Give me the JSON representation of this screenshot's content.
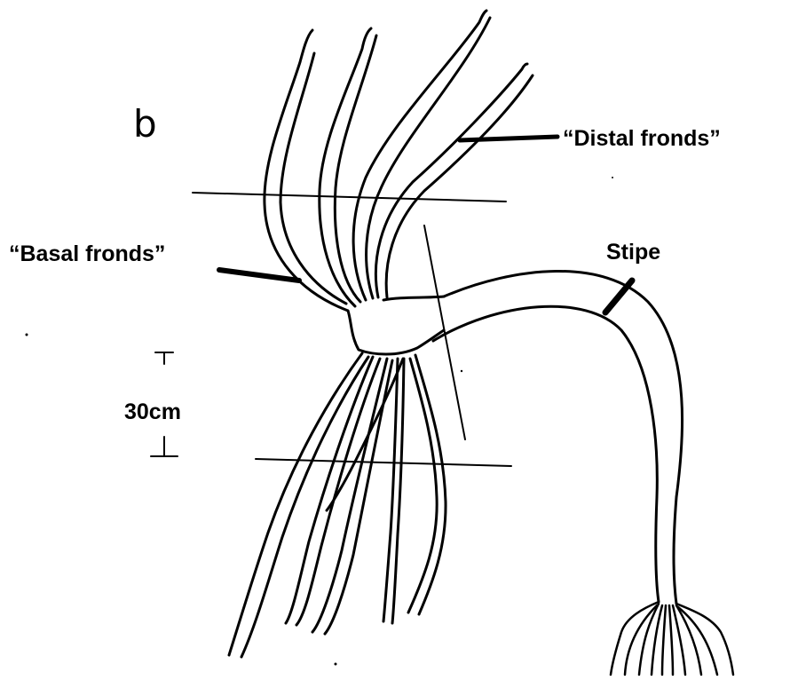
{
  "figure": {
    "panel_letter": "b",
    "labels": {
      "distal": "“Distal fronds”",
      "basal": "“Basal fronds”",
      "stipe": "Stipe"
    },
    "scale_bar": {
      "label": "30cm"
    }
  },
  "colors": {
    "ink": "#000000",
    "paper": "#ffffff"
  }
}
